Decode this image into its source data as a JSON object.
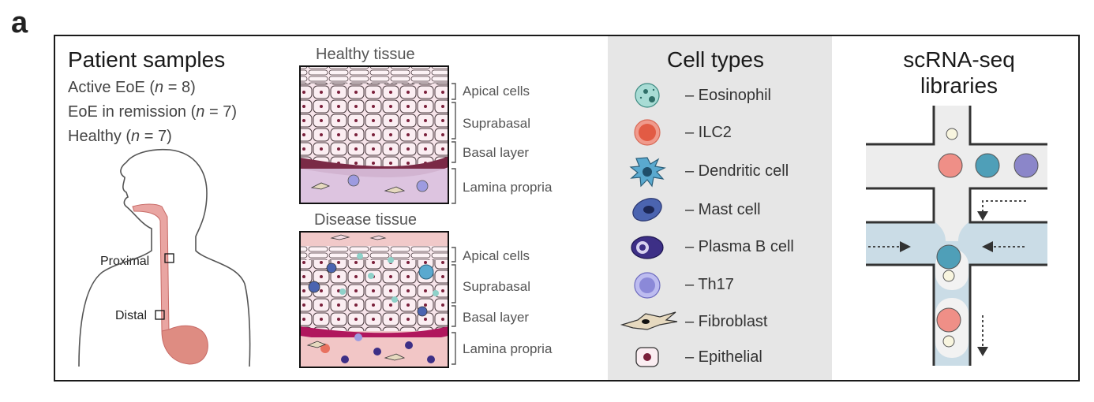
{
  "panel_letter": "a",
  "patient": {
    "title": "Patient samples",
    "groups": [
      {
        "label": "Active EoE (",
        "n": "n",
        "rest": " = 8)"
      },
      {
        "label": "EoE in remission (",
        "n": "n",
        "rest": " = 7)"
      },
      {
        "label": "Healthy (",
        "n": "n",
        "rest": " = 7)"
      }
    ],
    "sites": {
      "proximal": "Proximal",
      "distal": "Distal"
    }
  },
  "tissue": {
    "healthy_title": "Healthy tissue",
    "disease_title": "Disease tissue",
    "layers": [
      "Apical cells",
      "Suprabasal",
      "Basal layer",
      "Lamina propria"
    ]
  },
  "cell_types": {
    "title": "Cell types",
    "items": [
      {
        "label": "– Eosinophil",
        "icon": "eosinophil-icon",
        "color": "#8fd1c9"
      },
      {
        "label": "– ILC2",
        "icon": "ilc2-icon",
        "color": "#e8715f"
      },
      {
        "label": "– Dendritic cell",
        "icon": "dendritic-cell-icon",
        "color": "#5aa9cf"
      },
      {
        "label": "– Mast cell",
        "icon": "mast-cell-icon",
        "color": "#4b64b0"
      },
      {
        "label": "– Plasma B cell",
        "icon": "plasma-b-cell-icon",
        "color": "#3d2f86"
      },
      {
        "label": "– Th17",
        "icon": "th17-icon",
        "color": "#9d9be0"
      },
      {
        "label": "– Fibroblast",
        "icon": "fibroblast-icon",
        "color": "#e6d9bf"
      },
      {
        "label": "– Epithelial",
        "icon": "epithelial-icon",
        "color": "#f4dbe2"
      }
    ]
  },
  "scrnaseq": {
    "title_line1": "scRNA-seq",
    "title_line2": "libraries"
  }
}
